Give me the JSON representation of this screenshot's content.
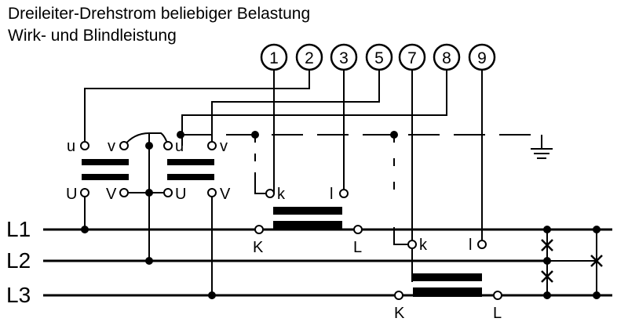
{
  "title_line1": "Dreileiter-Drehstrom beliebiger Belastung",
  "title_line2": "Wirk- und Blindleistung",
  "terminals": [
    "1",
    "2",
    "3",
    "5",
    "7",
    "8",
    "9"
  ],
  "lines": [
    "L1",
    "L2",
    "L3"
  ],
  "vt_left": {
    "u": "u",
    "v": "v",
    "U": "U",
    "V": "V"
  },
  "vt_right": {
    "u": "u",
    "v": "v",
    "U": "U",
    "V": "V"
  },
  "ct1": {
    "k": "k",
    "l": "l",
    "K": "K",
    "L": "L"
  },
  "ct2": {
    "k": "k",
    "l": "l",
    "K": "K",
    "L": "L"
  },
  "colors": {
    "ink": "#000000",
    "background": "#ffffff"
  }
}
